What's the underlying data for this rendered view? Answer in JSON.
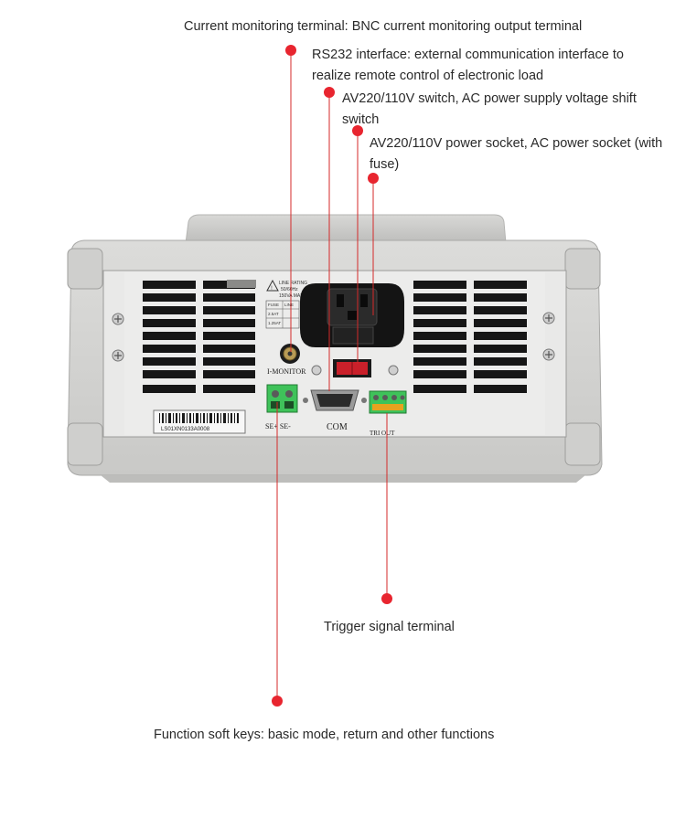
{
  "callouts": {
    "current_monitoring": "Current monitoring terminal: BNC current monitoring output terminal",
    "rs232": "RS232 interface: external communication interface to realize remote control of electronic load",
    "av_switch": "AV220/110V switch, AC power supply voltage shift switch",
    "av_socket": "AV220/110V power socket, AC power socket (with fuse)",
    "trigger": "Trigger signal terminal",
    "function_keys": "Function soft keys: basic mode, return and other functions"
  },
  "panel_markings": {
    "line_rating_title": "LINE RATING",
    "line_rating_freq": "50/60Hz",
    "line_rating_power": "150VA MAX",
    "fuse_header_1": "FUSE",
    "fuse_header_2": "LINE",
    "fuse_row1_rating": "2.5AT",
    "fuse_row2_rating": "1.25AT",
    "i_monitor": "I-MONITOR",
    "sense": "SE+ SE-",
    "com": "COM",
    "trig_out": "TRI OUT",
    "serial_number": "LS01XN0133A0008"
  },
  "colors": {
    "marker": "#e8252f",
    "line": "#d42a2a",
    "panel": "#e6e6e6",
    "bezel": "#d3d3d1",
    "connector_green": "#3fc25a",
    "switch_red": "#d0202a"
  }
}
